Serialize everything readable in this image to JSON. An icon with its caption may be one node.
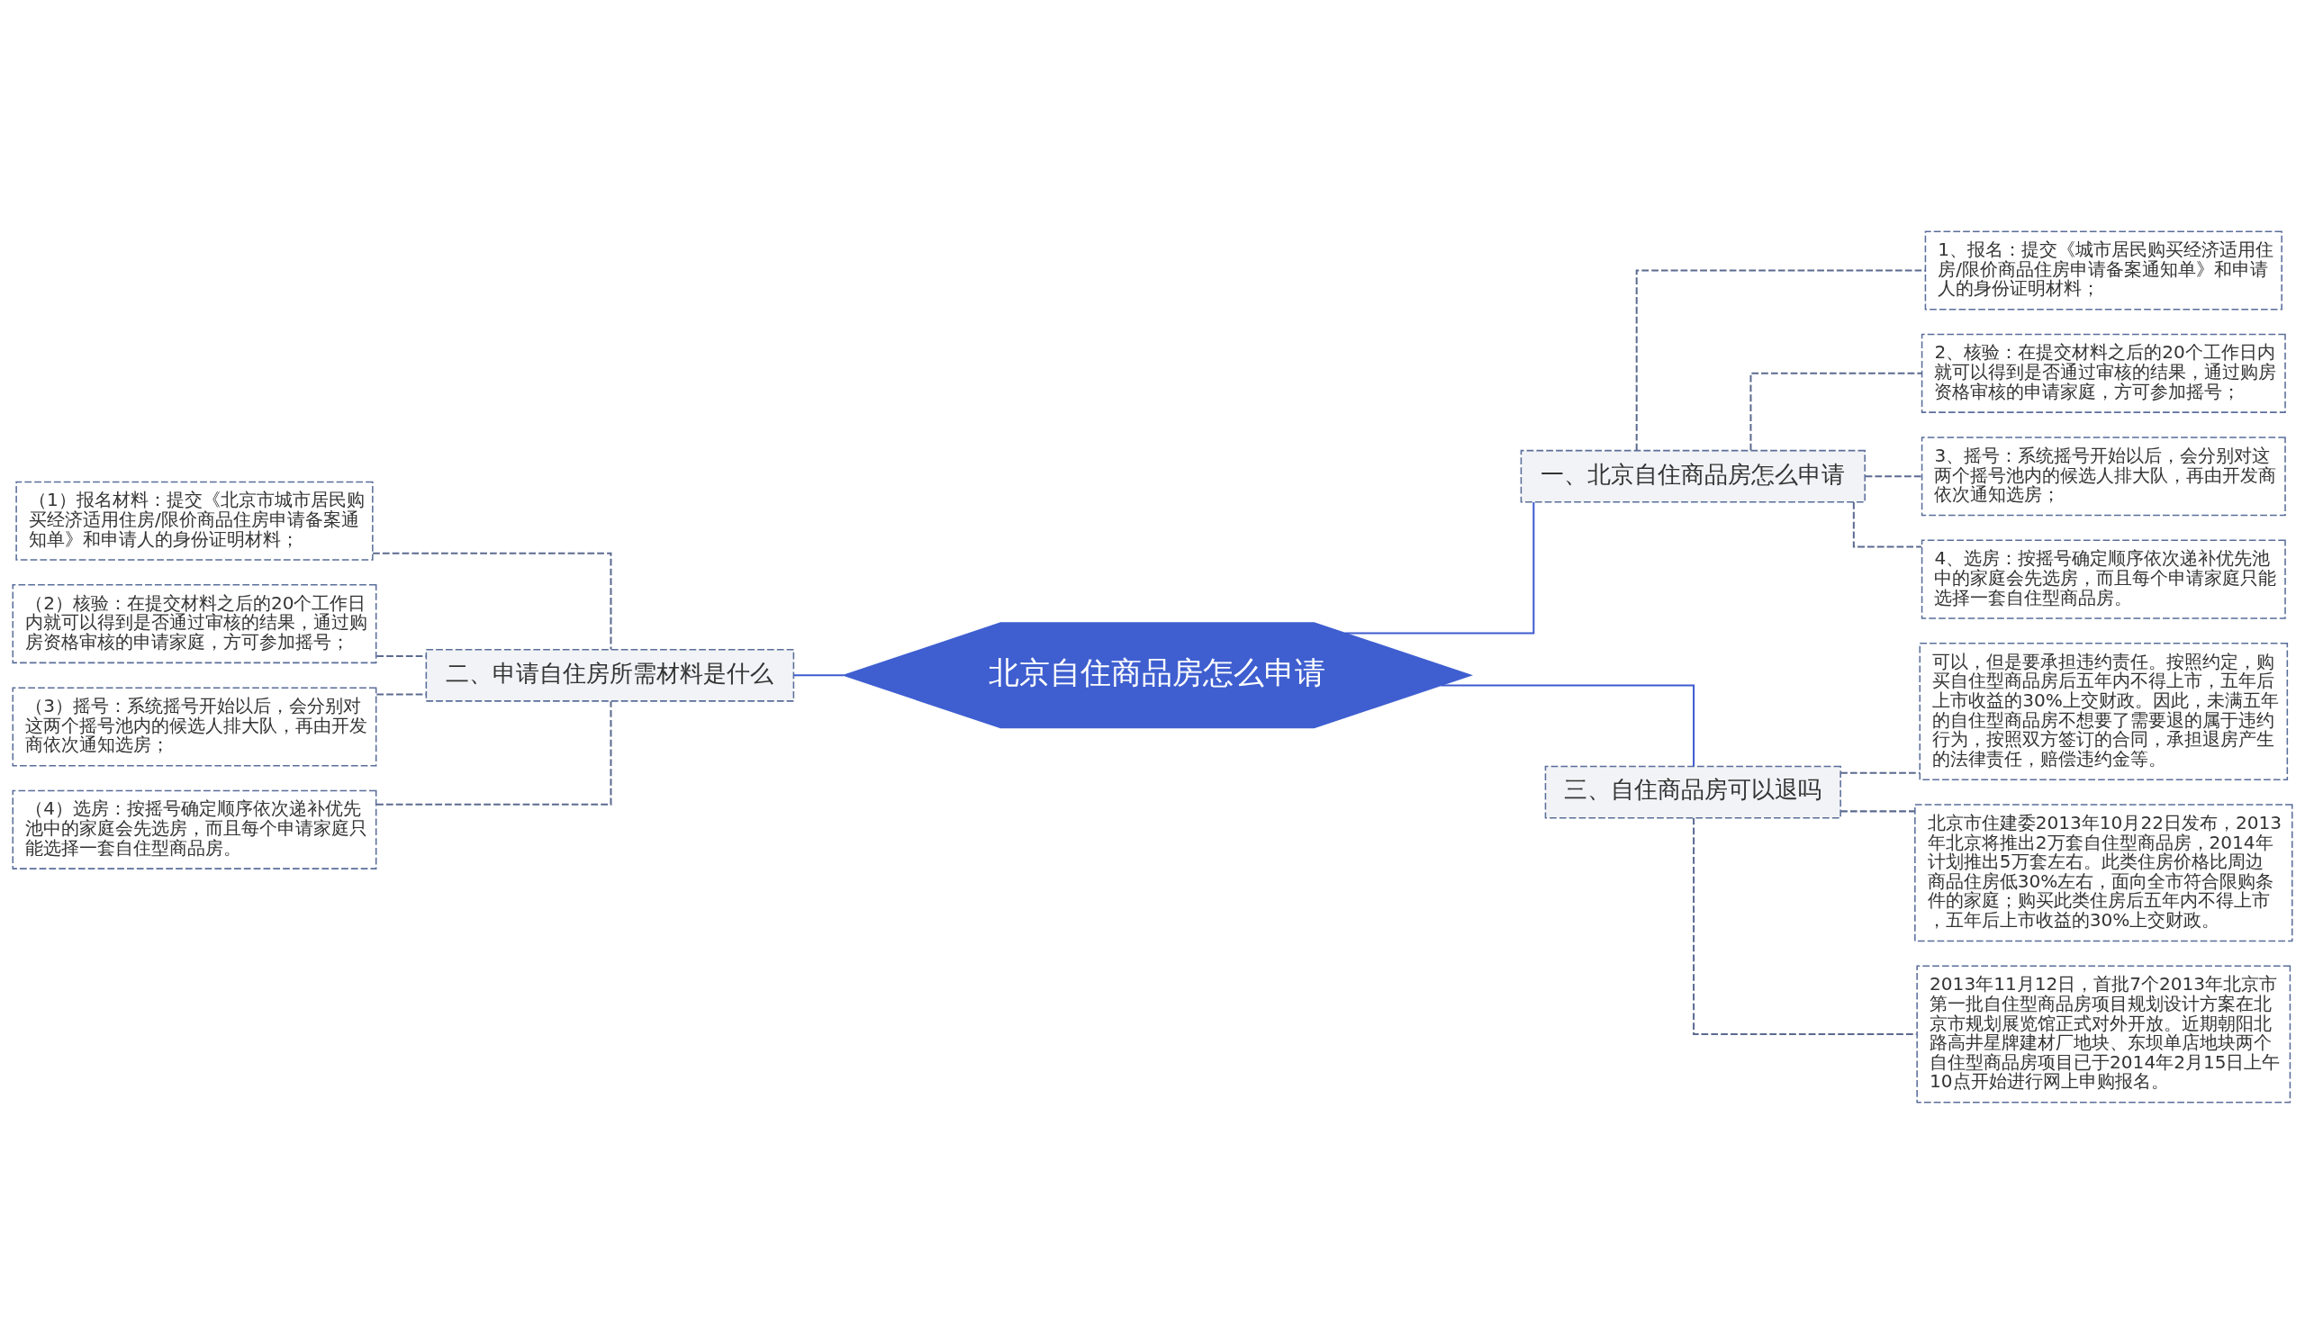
{
  "diagram": {
    "nodes": [
      {
        "text": [
          "北京自住商品房怎么申请"
        ]
      },
      {
        "text": [
          "一、北京自住商品房怎么申请"
        ]
      },
      {
        "text": [
          "1、报名：提交《城市居民购买经济适用住房/限价商品住房申请备案通知单》和申请人的身份证明材料；"
        ]
      },
      {
        "text": [
          "2、核验：在提交材料之后的20个工作日内就可以得到是否通过审核的结果，通过购房资格审核的申请家庭，方可参加摇号；"
        ]
      },
      {
        "text": [
          "3、摇号：系统摇号开始以后，会分别对这两个摇号池内的候选人排大队，再由开发商依次通知选房；"
        ]
      },
      {
        "text": [
          "4、选房：按摇号确定顺序依次递补优先池中的家庭会先选房，而且每个申请家庭只能选择一套自住型商品房。"
        ]
      },
      {
        "text": [
          "二、申请自住房所需材料是什么"
        ]
      },
      {
        "text": [
          "（1）报名材料：提交《北京市城市居民购买经济适用住房/限价商品住房申请备案通知单》和申请人的身份证明材料；"
        ]
      },
      {
        "text": [
          "（2）核验：在提交材料之后的20个工作日内就可以得到是否通过审核的结果，通过购房资格审核的申请家庭，方可参加摇号；"
        ]
      },
      {
        "text": [
          "（3）摇号：系统摇号开始以后，会分别对这两个摇号池内的候选人排大队，再由开发商依次通知选房；"
        ]
      },
      {
        "text": [
          "（4）选房：按摇号确定顺序依次递补优先池中的家庭会先选房，而且每个申请家庭只能选择一套自住型商品房。"
        ]
      },
      {
        "text": [
          "三、自住商品房可以退吗"
        ]
      },
      {
        "text": [
          "可以，但是要承担违约责任。按照约定，购买自住型商品房后五年内不得上市，五年后上市收益的30%上交财政。因此，未满五年的自住型商品房不想要了需要退的属于违约行为，按照双方签订的合同，承担退房产生的法律责任，赔偿违约金等。"
        ]
      },
      {
        "text": [
          "北京市住建委2013年10月22日发布，2013年北京将推出2万套自住型商品房，2014年计划推出5万套左右。此类住房价格比周边商品住房低30%左右，面向全市符合限购条件的家庭；购买此类住房后五年内不得上市，五年后上市收益的30%上交财政。"
        ]
      },
      {
        "text": [
          "2013年11月12日，首批7个2013年北京市第一批自住型商品房项目规划设计方案在北京市规划展览馆正式对外开放。近期朝阳北路高井星牌建材厂地块、东坝单店地块两个自住型商品房项目已于2014年2月15日上午10点开始进行网上申购报名。"
        ]
      }
    ],
    "edges": [
      {
        "from": 0,
        "to": 1,
        "arrow": "none",
        "color": "#3d5bd0"
      },
      {
        "from": 1,
        "to": 2,
        "arrow": "none",
        "style": "dashed"
      },
      {
        "from": 1,
        "to": 3,
        "arrow": "none",
        "style": "dashed"
      },
      {
        "from": 1,
        "to": 4,
        "arrow": "none",
        "style": "dashed"
      },
      {
        "from": 1,
        "to": 5,
        "arrow": "none",
        "style": "dashed"
      },
      {
        "from": 0,
        "to": 6,
        "arrow": "none",
        "color": "#3d5bd0"
      },
      {
        "from": 6,
        "to": 7,
        "arrow": "none",
        "style": "dashed"
      },
      {
        "from": 6,
        "to": 8,
        "arrow": "none",
        "style": "dashed"
      },
      {
        "from": 6,
        "to": 9,
        "arrow": "none",
        "style": "dashed"
      },
      {
        "from": 6,
        "to": 10,
        "arrow": "none",
        "style": "dashed"
      },
      {
        "from": 0,
        "to": 11,
        "arrow": "none",
        "color": "#3d5bd0"
      },
      {
        "from": 11,
        "to": 12,
        "arrow": "none",
        "style": "dashed"
      },
      {
        "from": 11,
        "to": 13,
        "arrow": "none",
        "style": "dashed"
      },
      {
        "from": 11,
        "to": 14,
        "arrow": "none",
        "style": "dashed"
      }
    ]
  }
}
